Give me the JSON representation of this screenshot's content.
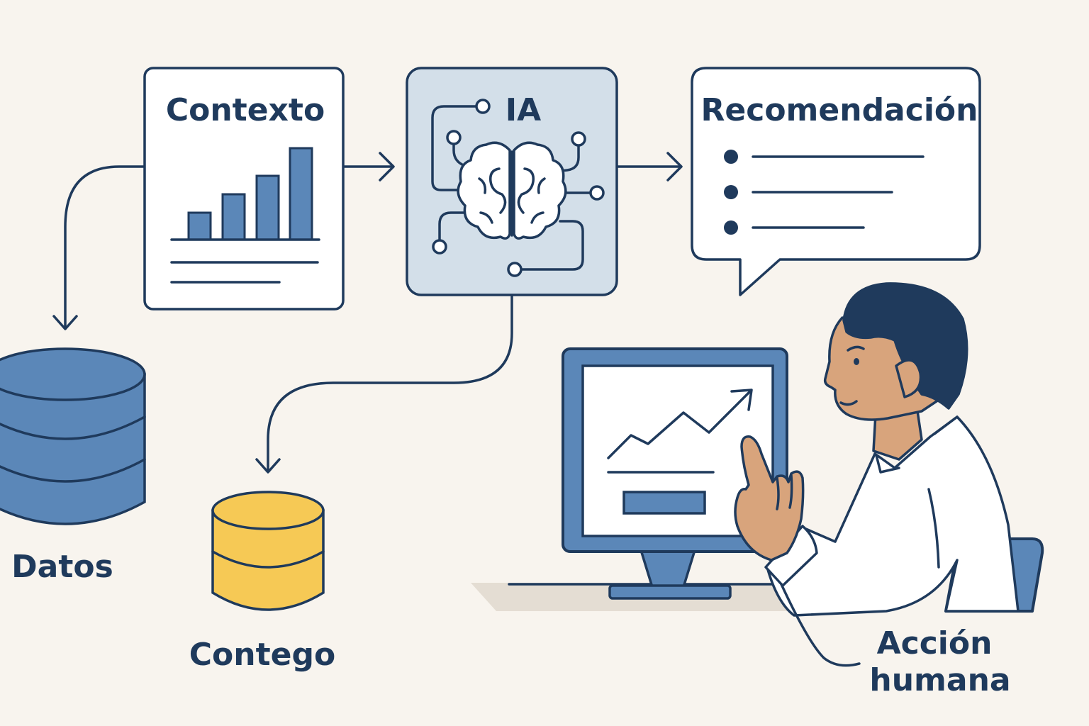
{
  "labels": {
    "contexto": "Contexto",
    "ia": "IA",
    "recomendacion": "Recomendación",
    "datos": "Datos",
    "contego": "Contego",
    "accion_line1": "Acción",
    "accion_line2": "humana"
  },
  "colors": {
    "background": "#f8f4ee",
    "ink": "#1f3a5c",
    "blue": "#5b87b8",
    "light_blue": "#d3dfe9",
    "yellow": "#f6c955",
    "skin": "#d8a47c",
    "white": "#ffffff"
  },
  "icons": {
    "contexto": "bar-chart-icon",
    "ia": "brain-circuit-icon",
    "recomendacion": "speech-bubble-list-icon",
    "datos": "database-icon",
    "contego": "database-icon",
    "monitor": "trend-chart-monitor-icon",
    "person": "person-icon"
  }
}
